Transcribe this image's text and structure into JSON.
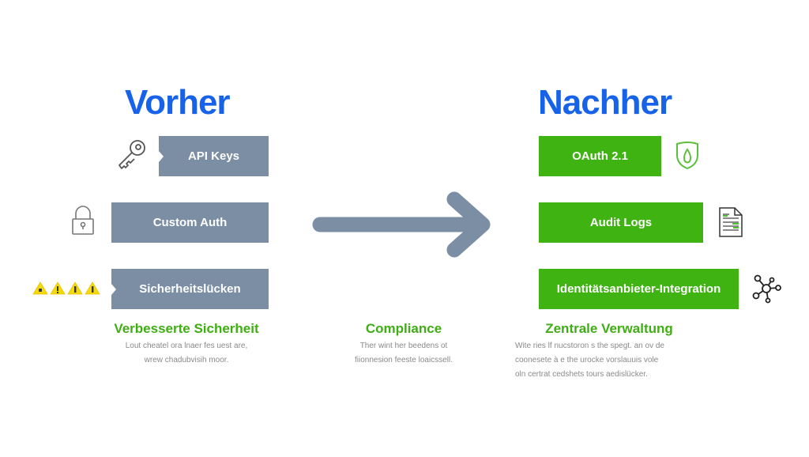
{
  "before": {
    "heading": "Vorher",
    "items": [
      {
        "label": "API Keys",
        "icon": "key-icon"
      },
      {
        "label": "Custom Auth",
        "icon": "padlock-icon"
      },
      {
        "label": "Sicherheitslücken",
        "icon": "warning-triangles-icon"
      }
    ]
  },
  "after": {
    "heading": "Nachher",
    "items": [
      {
        "label": "OAuth 2.1",
        "icon": "shield-icon"
      },
      {
        "label": "Audit Logs",
        "icon": "document-icon"
      },
      {
        "label": "Identitätsanbieter-Integration",
        "icon": "network-hub-icon"
      }
    ]
  },
  "transition": {
    "icon": "arrow-right-icon"
  },
  "benefits": [
    {
      "title": "Verbesserte Sicherheit",
      "lines": [
        "Lout cheatel ora lnaer fes uest are,",
        "wrew chadubvisih moor."
      ]
    },
    {
      "title": "Compliance",
      "lines": [
        "Ther wint her beedens ot",
        "fiionnesion feeste loaicssell."
      ]
    },
    {
      "title": "Zentrale Verwaltung",
      "lines": [
        "Wite ries lf nuсstoron s the spegt. an ov de",
        "coonesete à e the urocke vorslauuis vole",
        "oln certrat cedshets tours aedislücker."
      ]
    }
  ],
  "colors": {
    "heading_blue": "#1662e8",
    "gray_box": "#7b8ea3",
    "green_box": "#3fb312",
    "green_text": "#3fae14",
    "warning_yellow": "#f5d90a"
  }
}
